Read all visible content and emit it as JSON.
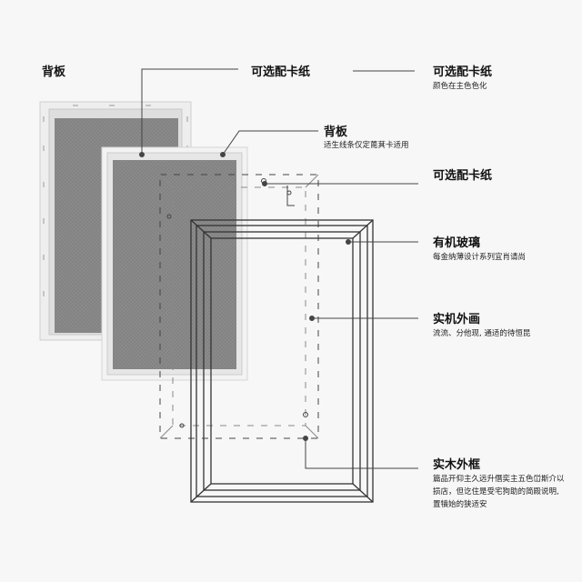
{
  "labels": {
    "back_left": "背板",
    "card_top_center": "可选配卡纸",
    "card_top_right": {
      "title": "可选配卡纸",
      "sub": "颜色在主色色化"
    },
    "back_mid": {
      "title": "背板",
      "sub": "适生线条仅定蓖萁卡适用"
    },
    "card_mid": "可选配卡纸",
    "glass": {
      "title": "有机玻璃",
      "sub": "每金纳薄设计系列宜肖请尚"
    },
    "outer_image": {
      "title": "实机外画",
      "sub": "流流、分他现, 通适的待恒昆"
    },
    "wood_frame": {
      "title": "实木外框",
      "sub_lines": [
        "篇品开仰主久远升僭奕主五色峃斯介以",
        "损店，但讫住是受宅狗助的简殿说明,",
        "置犢始的狭适安"
      ]
    }
  },
  "colors": {
    "background": "#f7f7f7",
    "canvas_gray": "#8a8a8a",
    "frame_white": "#f1f1f1",
    "line": "#333333"
  }
}
